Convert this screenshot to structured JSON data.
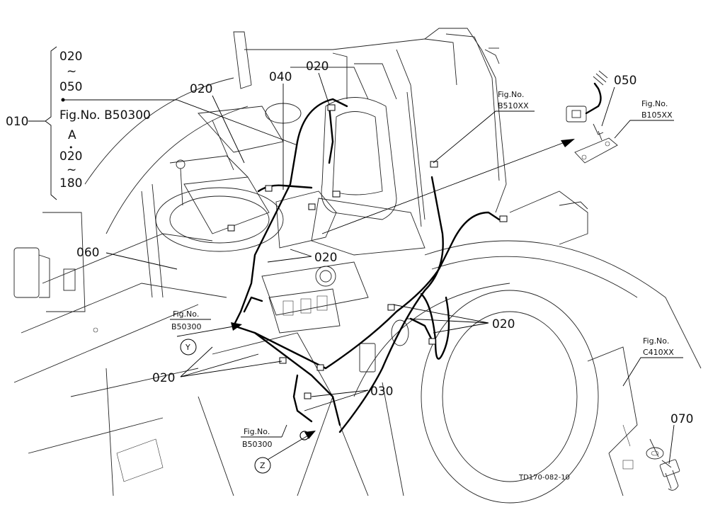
{
  "part_labels": {
    "p010": "010",
    "p020": "020",
    "p030": "030",
    "p040": "040",
    "p050": "050",
    "p060": "060",
    "p070": "070"
  },
  "bracket_list": {
    "line1": "020",
    "tilde1": "~",
    "line2": "050",
    "figref": "Fig.No. B50300",
    "line3": "A",
    "dot": "•",
    "line4": "020",
    "tilde2": "~",
    "line5": "180"
  },
  "fig_refs": {
    "figno": "Fig.No.",
    "b510": "B510XX",
    "b105": "B105XX",
    "c410": "C410XX",
    "b503": "B50300"
  },
  "view_markers": {
    "y": "Y",
    "z": "Z"
  },
  "drawing_code": "TD170-082-10"
}
